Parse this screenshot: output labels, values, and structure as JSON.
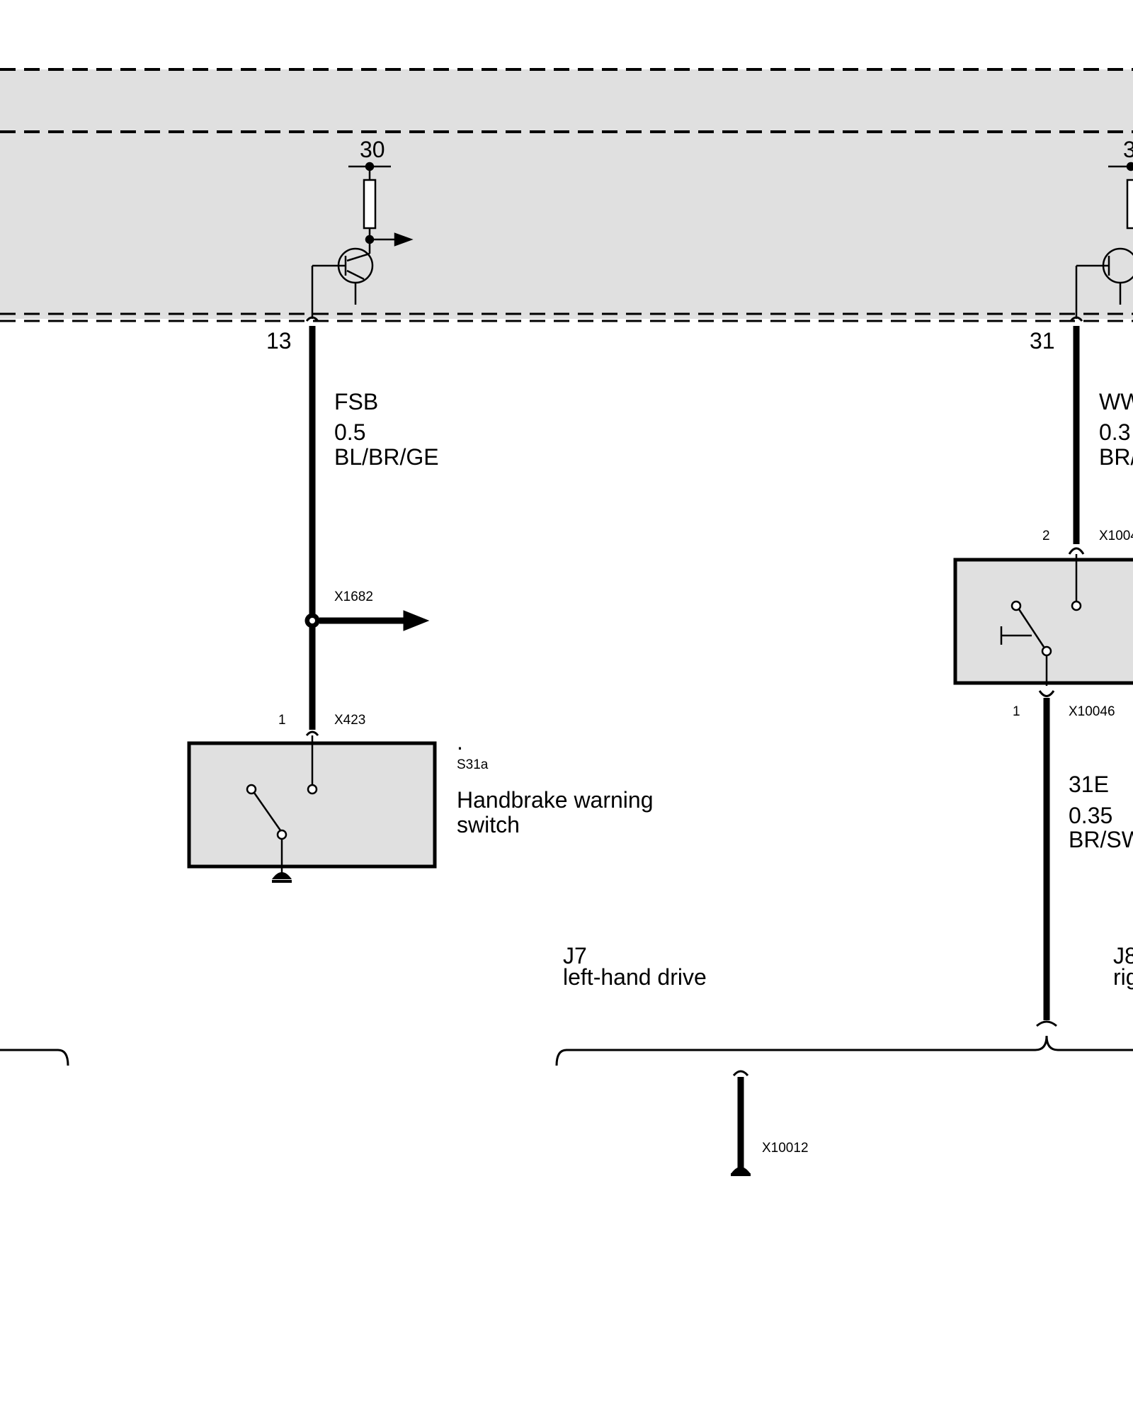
{
  "module": {
    "pins": [
      {
        "supply": "30",
        "pin": "13"
      },
      {
        "supply": "3",
        "pin": "31"
      }
    ]
  },
  "wires": [
    {
      "name": "FSB",
      "gauge": "0.5",
      "color": "BL/BR/GE"
    },
    {
      "name": "WW",
      "gauge": "0.3",
      "color": "BR/"
    },
    {
      "name": "31E",
      "gauge": "0.35",
      "color": "BR/SW"
    }
  ],
  "connectors": {
    "splice": "X1682",
    "switch_left_pin": "1",
    "switch_left_conn": "X423",
    "switch_right_top_pin": "2",
    "switch_right_top_conn": "X1004",
    "switch_right_bottom_pin": "1",
    "switch_right_bottom_conn": "X10046",
    "ground": "X10012"
  },
  "components": {
    "handbrake_dot": ".",
    "handbrake_id": "S31a",
    "handbrake_name_line1": "Handbrake warning",
    "handbrake_name_line2": "switch"
  },
  "variants": {
    "j7_id": "J7",
    "j7_desc": "left-hand drive",
    "j8_id": "J8",
    "j8_desc": "rig"
  }
}
